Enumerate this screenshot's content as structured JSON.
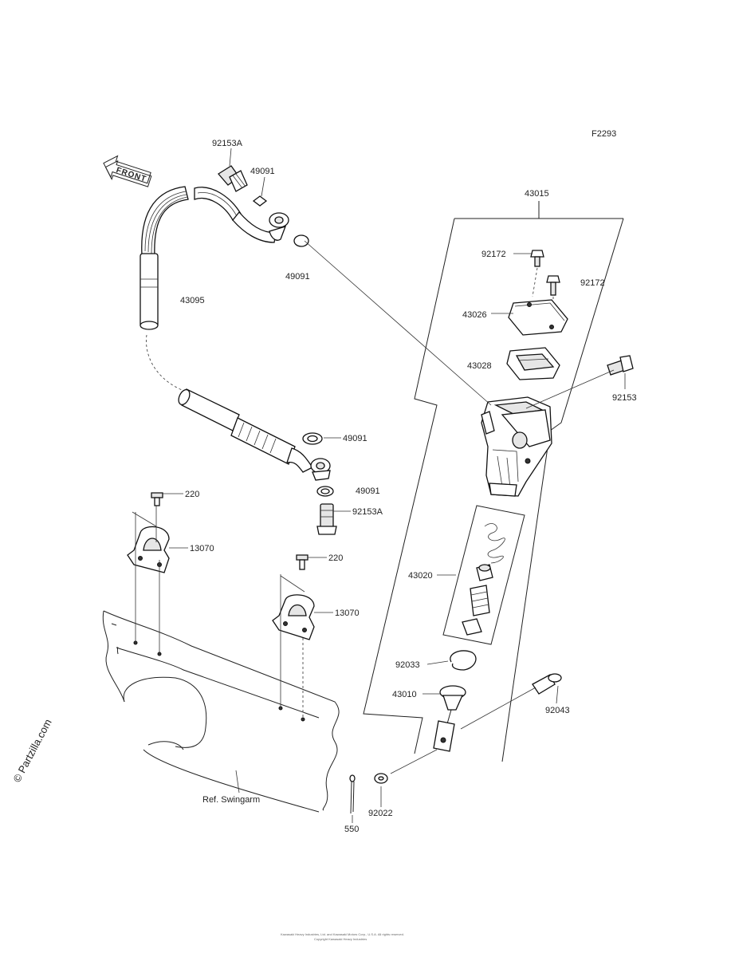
{
  "diagram": {
    "code": "F2293",
    "front_label": "FRONT",
    "watermark": "© Partzilla.com",
    "ref_label": "Ref. Swingarm",
    "footer": [
      "Kawasaki Heavy Industries, Ltd. and Kawasaki Motors Corp., U.S.A. All rights reserved.",
      "Copyright Kawasaki Heavy Industries"
    ]
  },
  "callouts": [
    {
      "id": "c-92153a-top",
      "label": "92153A"
    },
    {
      "id": "c-49091-top",
      "label": "49091"
    },
    {
      "id": "c-43015",
      "label": "43015"
    },
    {
      "id": "c-92172-a",
      "label": "92172"
    },
    {
      "id": "c-92172-b",
      "label": "92172"
    },
    {
      "id": "c-49091-mid",
      "label": "49091"
    },
    {
      "id": "c-43095",
      "label": "43095"
    },
    {
      "id": "c-43026",
      "label": "43026"
    },
    {
      "id": "c-43028",
      "label": "43028"
    },
    {
      "id": "c-92153",
      "label": "92153"
    },
    {
      "id": "c-49091-low1",
      "label": "49091"
    },
    {
      "id": "c-49091-low2",
      "label": "49091"
    },
    {
      "id": "c-92153a-low",
      "label": "92153A"
    },
    {
      "id": "c-220-a",
      "label": "220"
    },
    {
      "id": "c-13070-a",
      "label": "13070"
    },
    {
      "id": "c-220-b",
      "label": "220"
    },
    {
      "id": "c-43020",
      "label": "43020"
    },
    {
      "id": "c-13070-b",
      "label": "13070"
    },
    {
      "id": "c-92033",
      "label": "92033"
    },
    {
      "id": "c-43010",
      "label": "43010"
    },
    {
      "id": "c-92043",
      "label": "92043"
    },
    {
      "id": "c-92022",
      "label": "92022"
    },
    {
      "id": "c-550",
      "label": "550"
    }
  ]
}
